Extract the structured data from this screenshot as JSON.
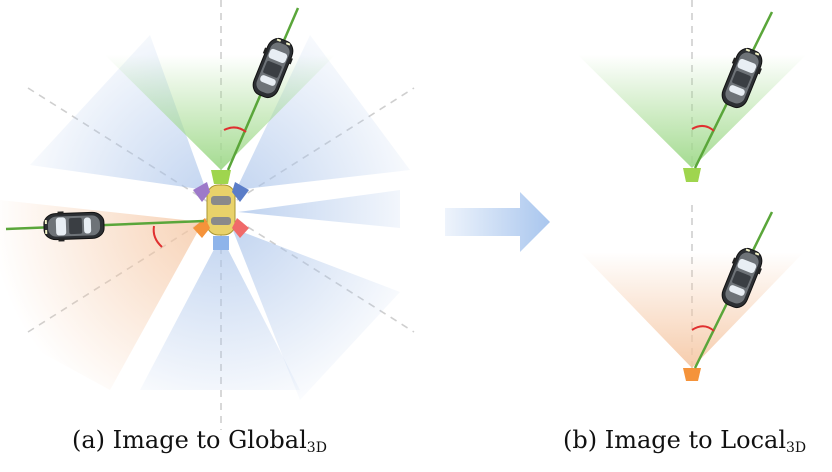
{
  "captions": {
    "a_main": "(a) Image to Global",
    "a_sub": "3D",
    "b_main": "(b) Image to Local",
    "b_sub": "3D"
  },
  "colors": {
    "front_fov": "#9fd98a",
    "front_left_fov": "#a9c3ea",
    "back_left_fov": "#f5c6a2",
    "ray": "#5aa63a",
    "angle_arc": "#e03030",
    "arrow": "#a9c6ee",
    "ego_car": "#e9d26a",
    "cam_front": "#9fd54e",
    "cam_front_right": "#5b7dc8",
    "cam_front_left": "#9d79c9",
    "cam_back_left": "#f5933a",
    "cam_back_right": "#f06a6a",
    "cam_back": "#8eb4ea"
  },
  "icons": {
    "ego": "ego-car-icon",
    "target": "target-car-icon",
    "arrow": "right-arrow-icon"
  }
}
